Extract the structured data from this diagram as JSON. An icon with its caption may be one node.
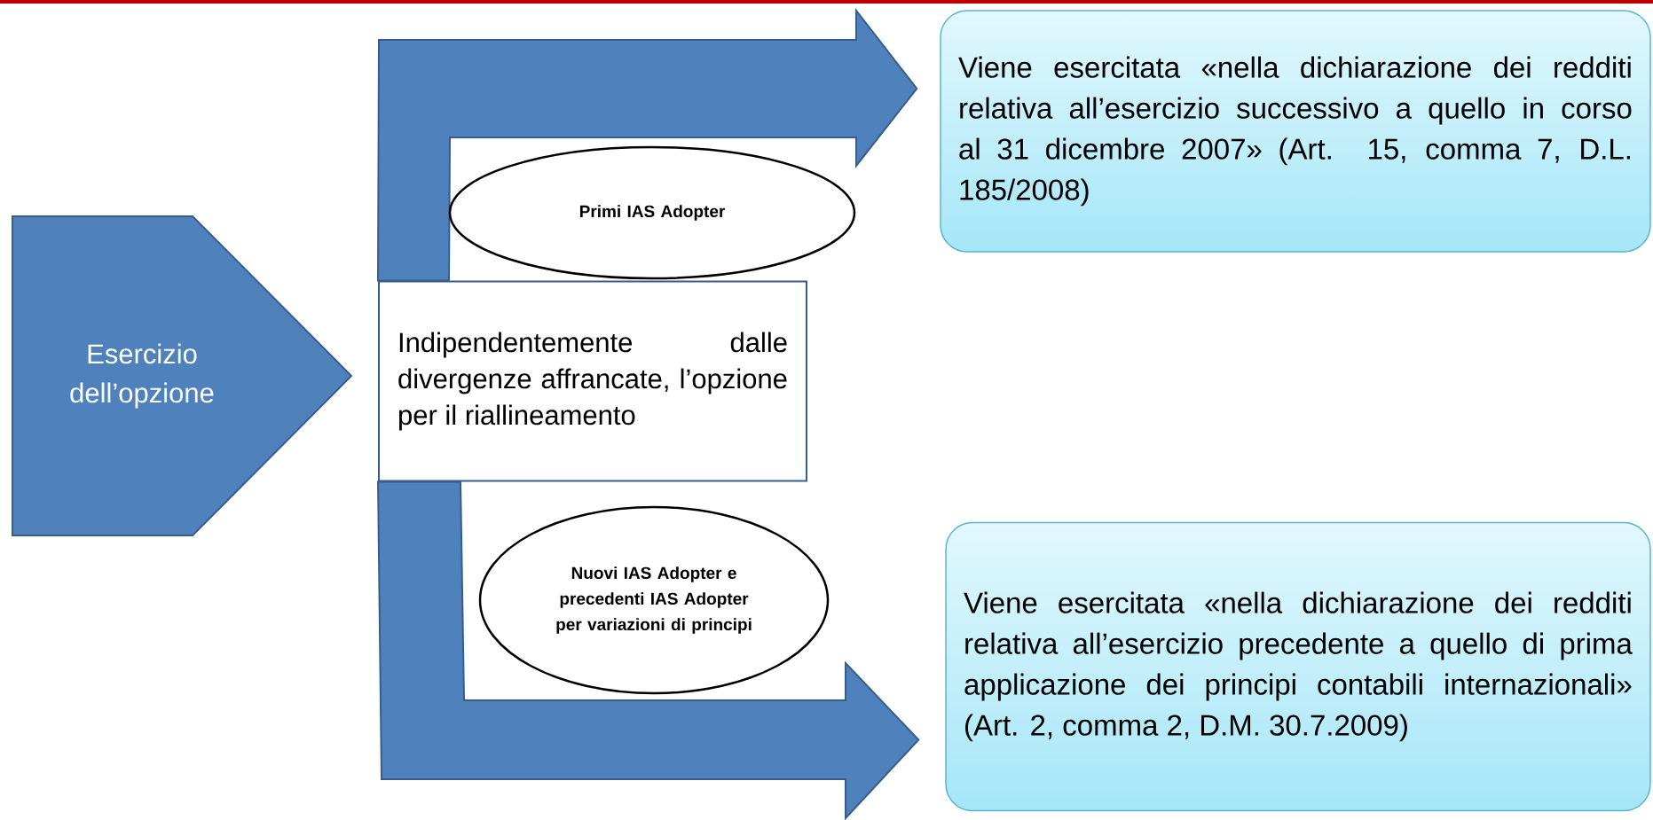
{
  "diagram": {
    "nodes": [
      {
        "text": [
          "Esercizio dell’opzione"
        ]
      },
      {
        "text": [
          "Primi IAS Adopter"
        ]
      },
      {
        "text": [
          "Indipendentemente dalle divergenze affrancate, l’opzione per il riallineamento"
        ]
      },
      {
        "text": [
          "Viene esercitata «nella dichiarazione dei redditi relativa all’esercizio successivo a quello in corso al 31 dicembre 2007» (Art. 15, comma 7, D.L. 185/2008)"
        ]
      },
      {
        "text": [
          "Nuovi IAS Adopter e precedenti IAS Adopter per variazioni di principi"
        ]
      },
      {
        "text": [
          "Viene esercitata «nella dichiarazione dei redditi relativa all’esercizio precedente a quello di prima applicazione dei principi contabili internazionali» (Art. 2, comma 2, D.M. 30.7.2009)"
        ]
      }
    ],
    "edges": [
      {
        "from": 2,
        "to": 3,
        "arrow": "to"
      },
      {
        "from": 2,
        "to": 5,
        "arrow": "to"
      }
    ]
  }
}
